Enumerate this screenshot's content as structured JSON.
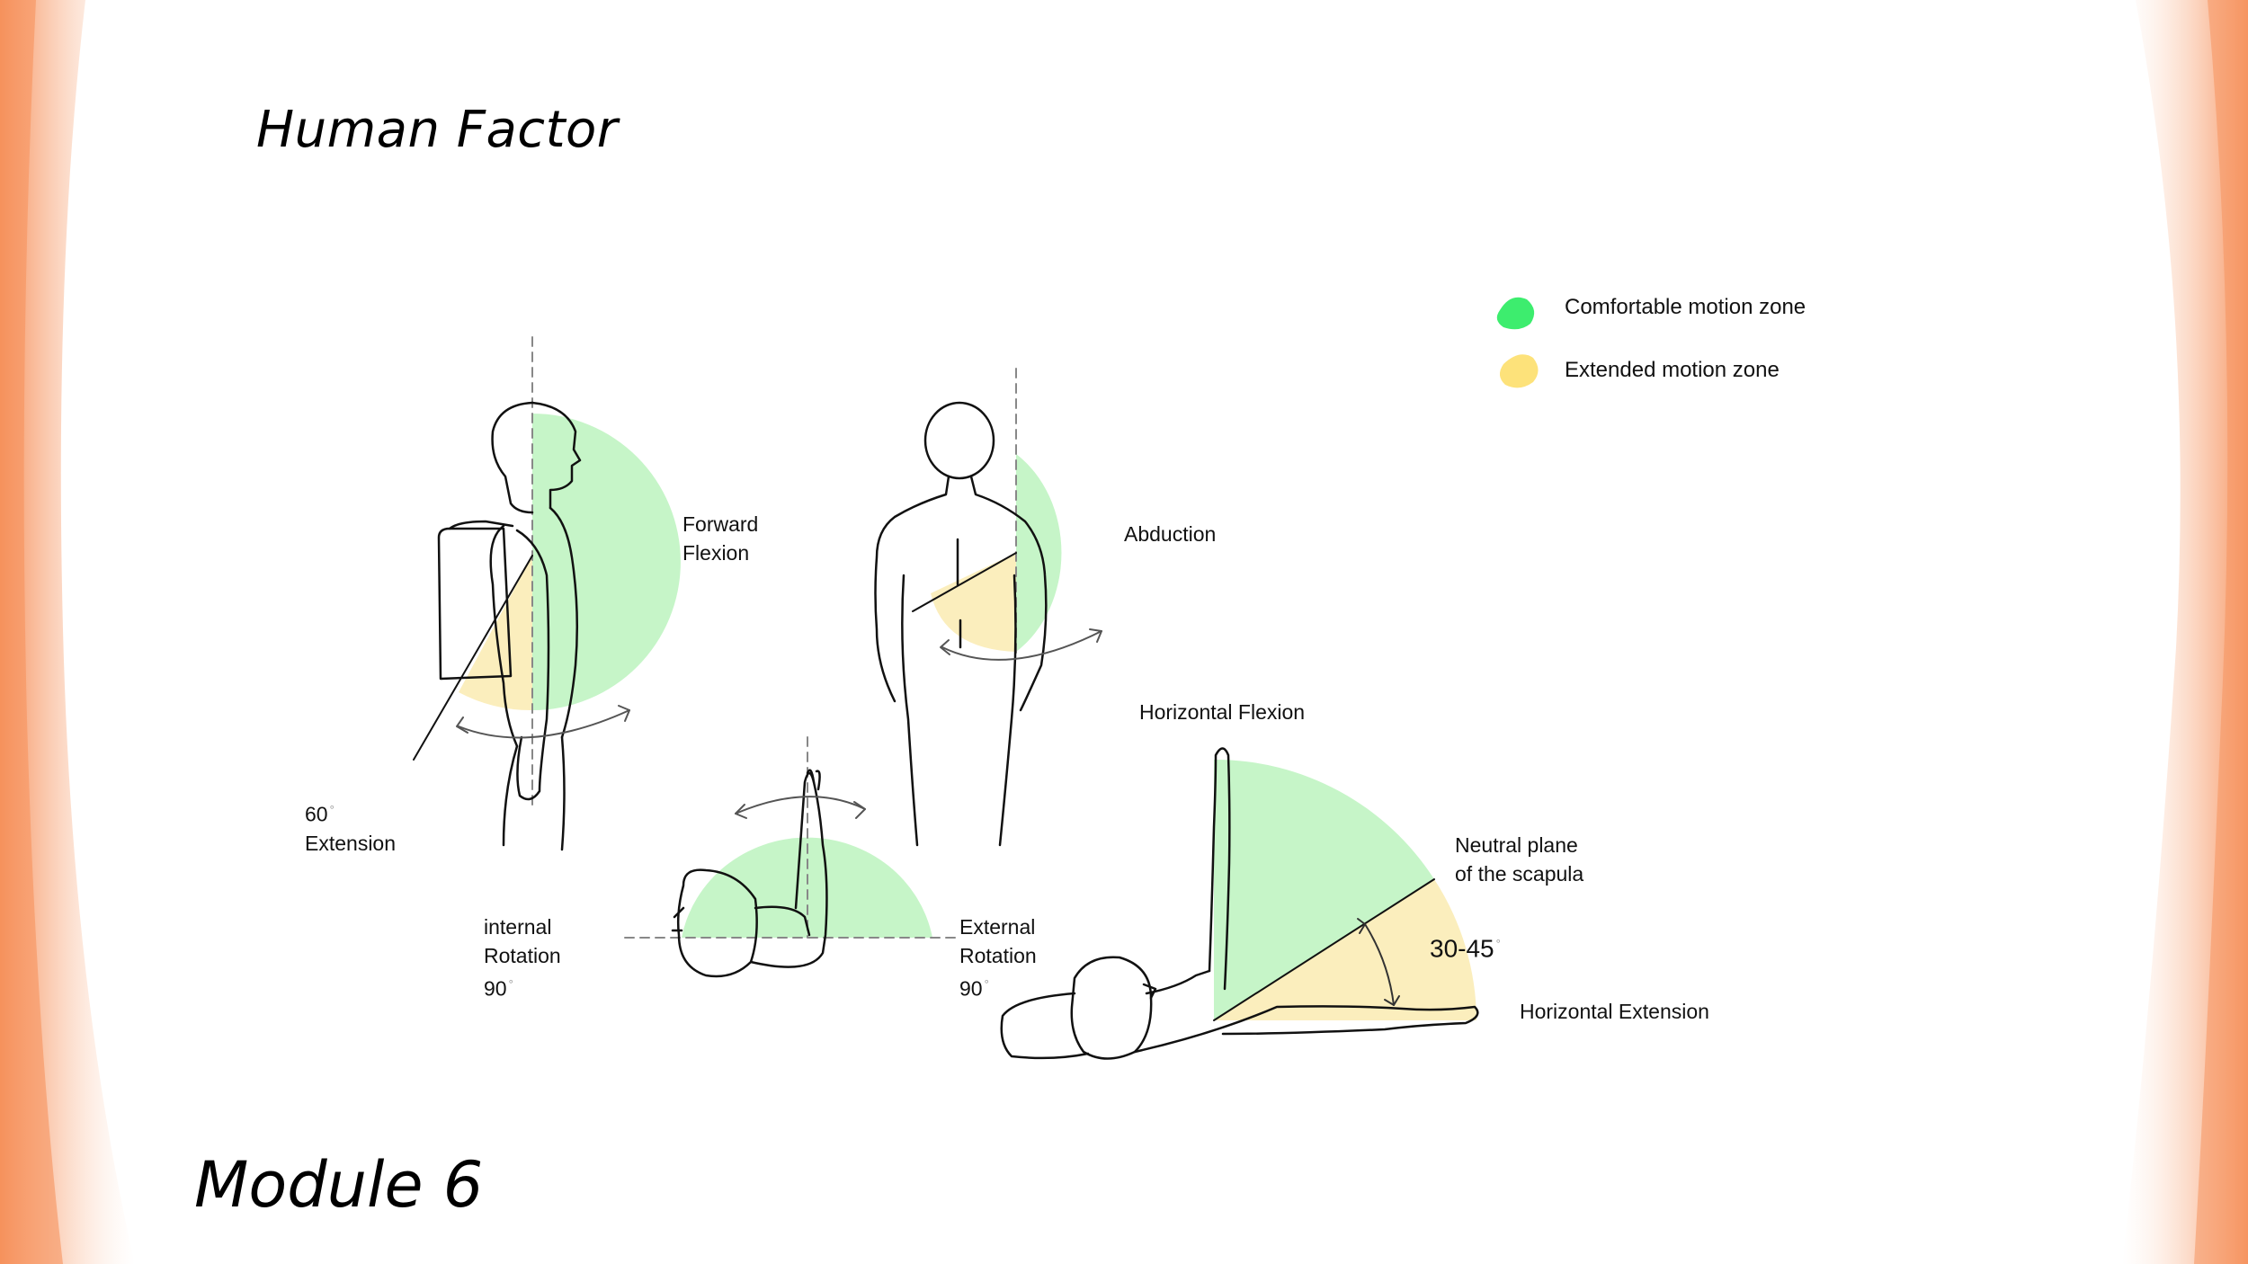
{
  "slide": {
    "title": "Human Factor",
    "module": "Module 6"
  },
  "legend": [
    {
      "label": "Comfortable motion zone",
      "color": "#3ded6e"
    },
    {
      "label": "Extended motion zone",
      "color": "#fde27a"
    }
  ],
  "zone_colors": {
    "comfortable": "#c6f5c8",
    "extended": "#fbeebd",
    "side_decoration": "#f7a77c"
  },
  "labels": {
    "forward_flexion": [
      "Forward",
      "Flexion"
    ],
    "extension": {
      "value": "60",
      "name": "Extension",
      "unit": "°"
    },
    "abduction": "Abduction",
    "internal_rotation": [
      "internal",
      "Rotation",
      "90"
    ],
    "external_rotation": [
      "External",
      "Rotation",
      "90"
    ],
    "horizontal_flexion": "Horizontal Flexion",
    "neutral_plane": [
      "Neutral plane",
      "of the scapula"
    ],
    "range": "30-45",
    "horizontal_extension": "Horizontal Extension",
    "degree_mark": "°"
  }
}
